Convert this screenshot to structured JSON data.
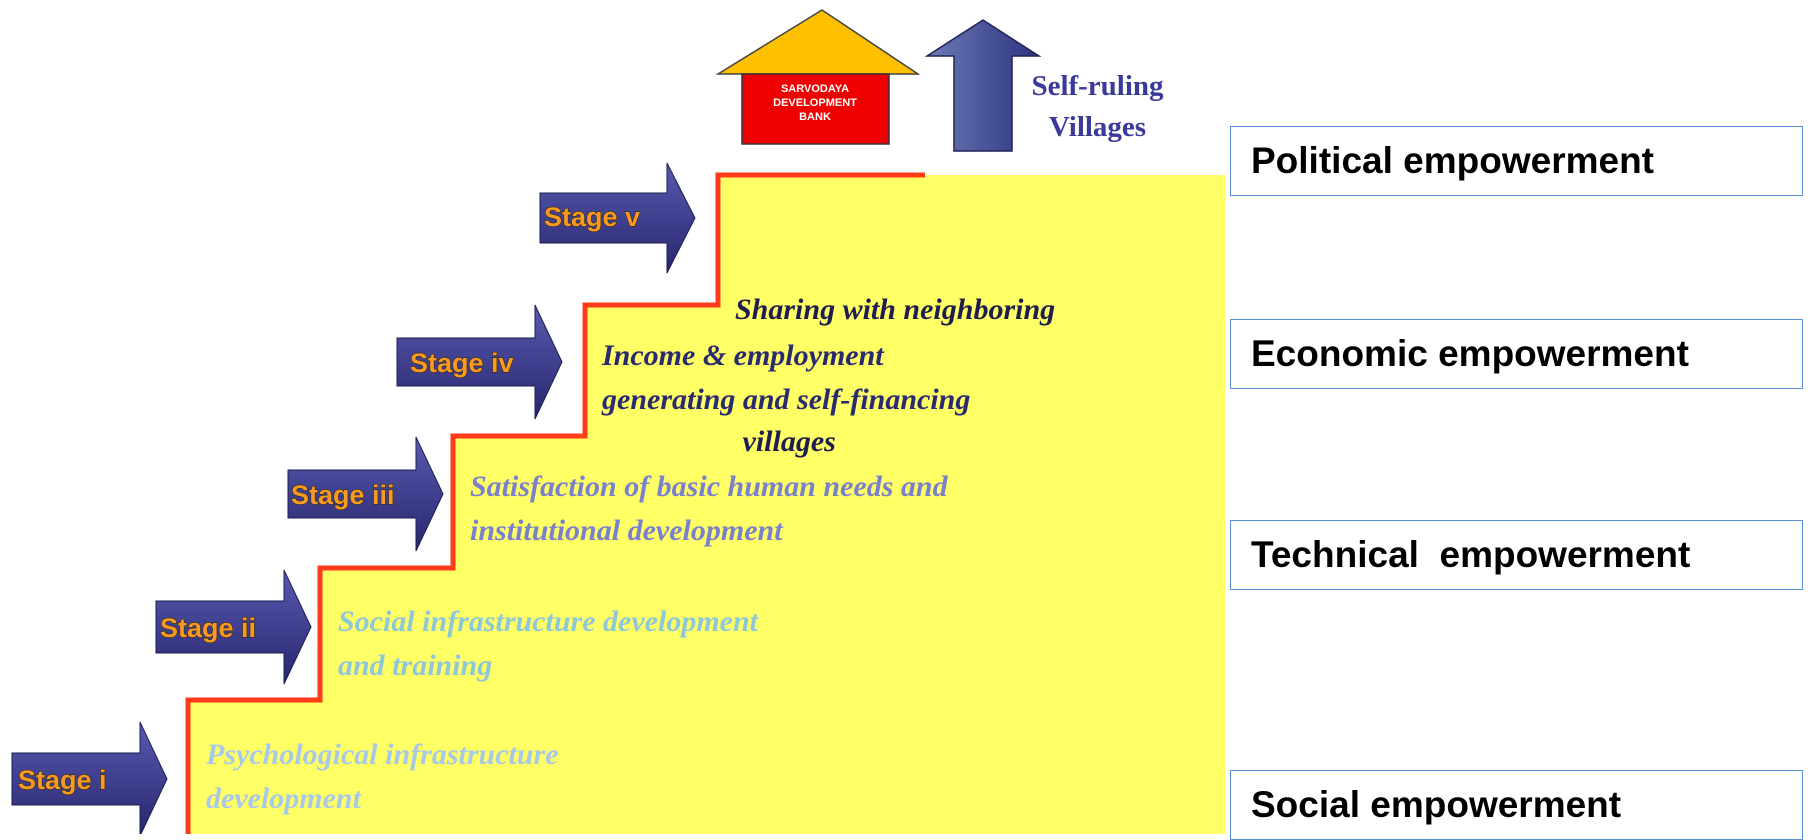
{
  "stages": [
    {
      "label": "Stage i",
      "lines": [
        "Psychological infrastructure",
        "development"
      ],
      "color": "#a8c8e8"
    },
    {
      "label": "Stage ii",
      "lines": [
        "Social infrastructure  development",
        "and training"
      ],
      "color": "#8ec8d8"
    },
    {
      "label": "Stage iii",
      "lines": [
        "Satisfaction of basic human  needs and",
        "institutional development"
      ],
      "color": "#7a80cc"
    },
    {
      "label": "Stage iv",
      "lines": [
        "Income & employment",
        "generating and self-financing"
      ],
      "color": "#2a2a70"
    },
    {
      "label": "Stage v",
      "lines": [
        "Sharing with neighboring",
        " villages"
      ],
      "color": "#1e1e4e"
    }
  ],
  "empowerment": [
    {
      "label": "Political empowerment"
    },
    {
      "label": "Economic empowerment"
    },
    {
      "label": "Technical  empowerment"
    },
    {
      "label": "Social empowerment"
    }
  ],
  "bank": {
    "lines": [
      "SARVODAYA",
      "DEVELOPMENT",
      "BANK"
    ]
  },
  "self_ruling": {
    "lines": [
      "Self-ruling",
      "Villages"
    ]
  },
  "colors": {
    "yellow_fill": "#ffff66",
    "stair_line": "#ff3b1a",
    "arrow_blue": "#3c3c96",
    "roof": "#ffc000",
    "bank_red": "#ee0000",
    "box_border": "#5b8ed6"
  }
}
